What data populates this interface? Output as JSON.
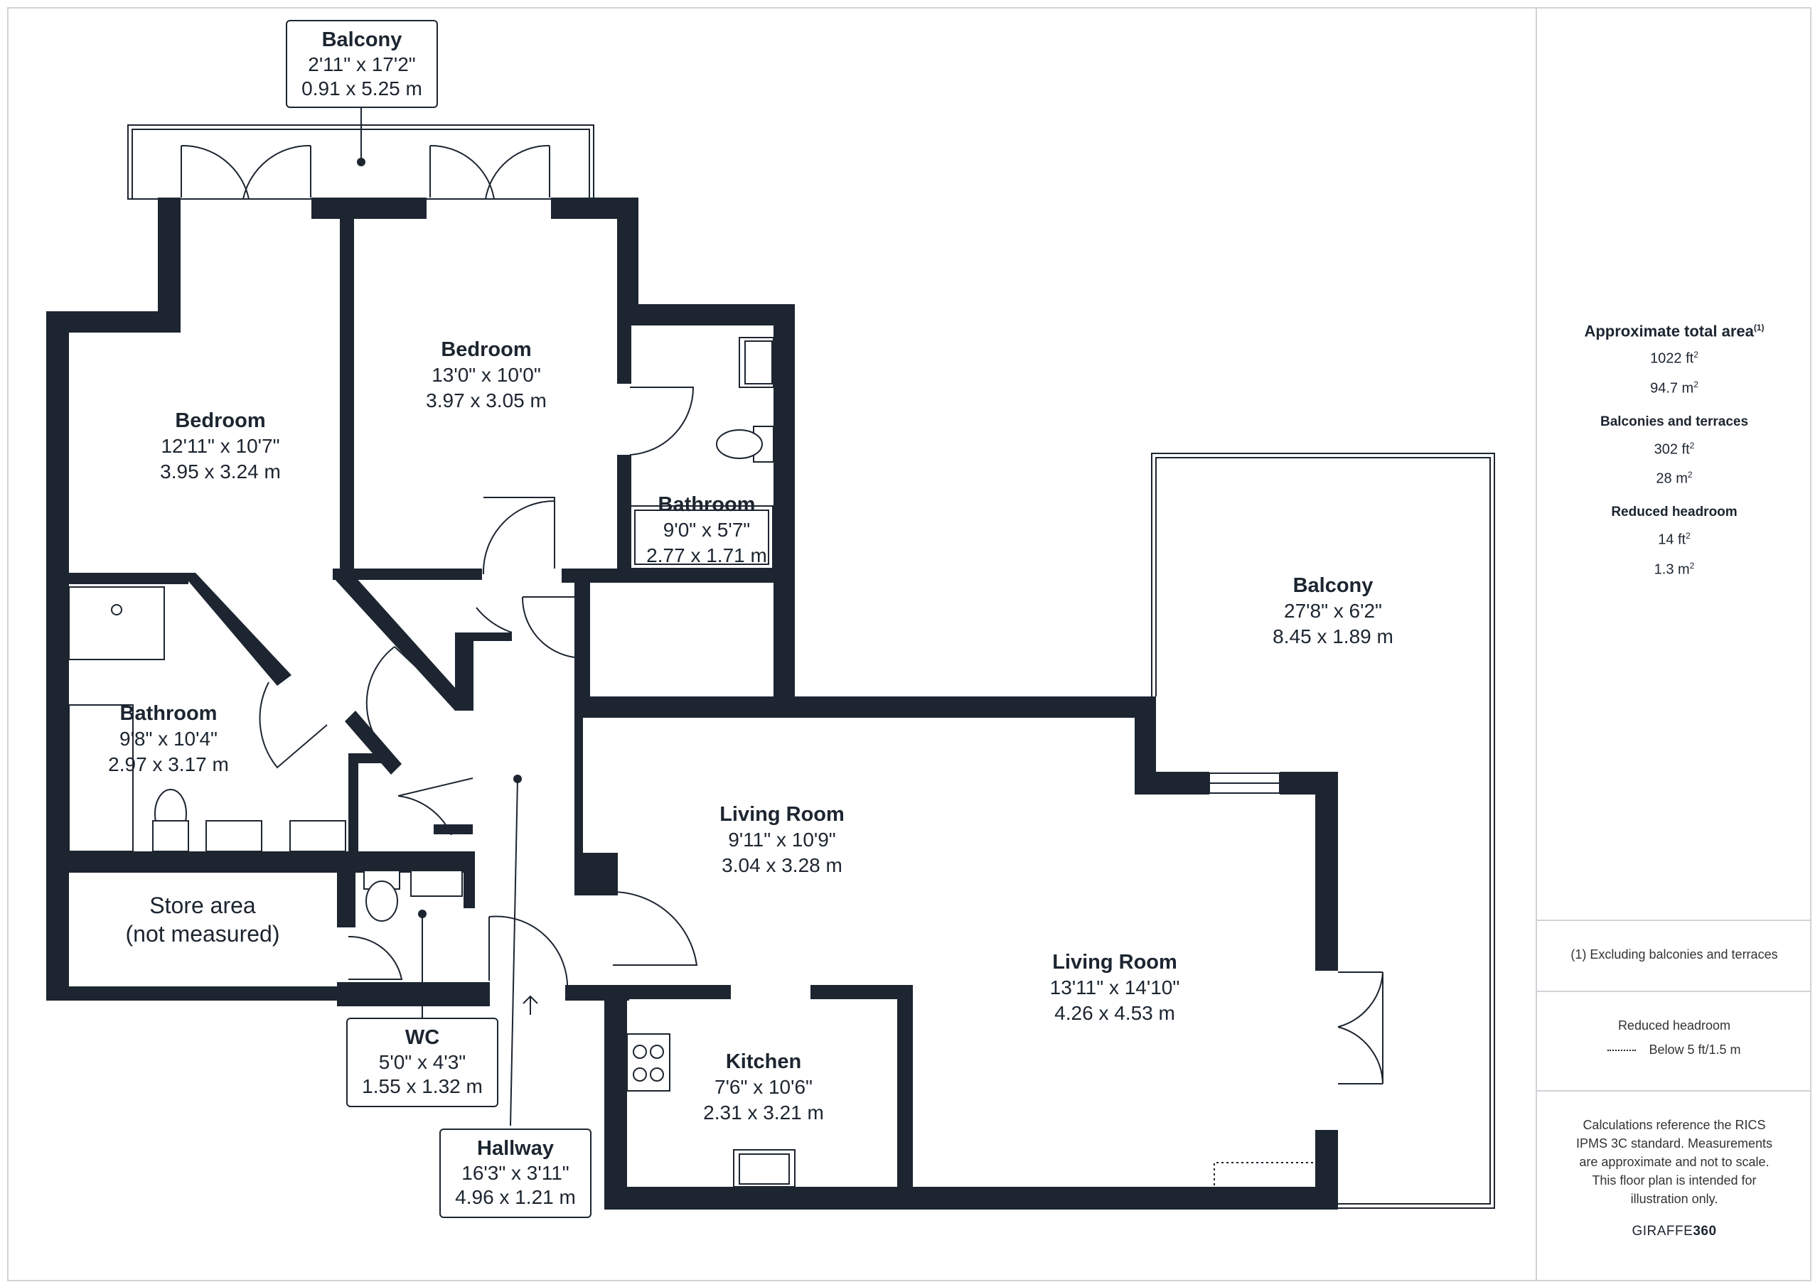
{
  "rooms": {
    "balcony_top": {
      "name": "Balcony",
      "imperial": "2'11\" x 17'2\"",
      "metric": "0.91 x 5.25 m"
    },
    "bedroom_left": {
      "name": "Bedroom",
      "imperial": "12'11\" x 10'7\"",
      "metric": "3.95 x 3.24 m"
    },
    "bedroom_mid": {
      "name": "Bedroom",
      "imperial": "13'0\" x 10'0\"",
      "metric": "3.97 x 3.05 m"
    },
    "bathroom_small": {
      "name": "Bathroom",
      "imperial": "9'0\" x 5'7\"",
      "metric": "2.77 x 1.71 m"
    },
    "bathroom_left": {
      "name": "Bathroom",
      "imperial": "9'8\" x 10'4\"",
      "metric": "2.97 x 3.17 m"
    },
    "store": {
      "name": "Store area",
      "note": "(not measured)"
    },
    "wc": {
      "name": "WC",
      "imperial": "5'0\" x 4'3\"",
      "metric": "1.55 x 1.32 m"
    },
    "hallway": {
      "name": "Hallway",
      "imperial": "16'3\" x 3'11\"",
      "metric": "4.96 x 1.21 m"
    },
    "living_small": {
      "name": "Living Room",
      "imperial": "9'11\" x 10'9\"",
      "metric": "3.04 x 3.28 m"
    },
    "living_large": {
      "name": "Living Room",
      "imperial": "13'11\" x 14'10\"",
      "metric": "4.26 x 4.53 m"
    },
    "kitchen": {
      "name": "Kitchen",
      "imperial": "7'6\" x 10'6\"",
      "metric": "2.31 x 3.21 m"
    },
    "balcony_right": {
      "name": "Balcony",
      "imperial": "27'8\" x 6'2\"",
      "metric": "8.45 x 1.89 m"
    }
  },
  "sidebar": {
    "total_title": "Approximate total area",
    "total_note_marker": "(1)",
    "total_ft": "1022 ft",
    "total_m": "94.7 m",
    "sq": "2",
    "balc_title": "Balconies and terraces",
    "balc_ft": "302 ft",
    "balc_m": "28 m",
    "head_title": "Reduced headroom",
    "head_ft": "14 ft",
    "head_m": "1.3 m",
    "footnote": "(1) Excluding balconies and terraces",
    "legend_title": "Reduced headroom",
    "legend_item": "Below 5 ft/1.5 m",
    "disclaimer": "Calculations reference the RICS IPMS 3C standard. Measurements are approximate and not to scale. This floor plan is intended for illustration only.",
    "brand_a": "GIRAFFE",
    "brand_b": "360"
  },
  "colors": {
    "wall": "#1c2530",
    "divider": "#cfd3d7"
  }
}
